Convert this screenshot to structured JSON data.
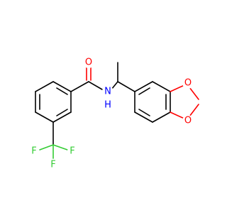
{
  "structure": {
    "atoms": [
      {
        "id": "O1",
        "symbol": "O",
        "color": "#ff0000"
      },
      {
        "id": "N1",
        "symbol": "N",
        "color": "#0000ff"
      },
      {
        "id": "H1",
        "symbol": "H",
        "color": "#0000ff"
      },
      {
        "id": "O2",
        "symbol": "O",
        "color": "#ff0000"
      },
      {
        "id": "O3",
        "symbol": "O",
        "color": "#ff0000"
      },
      {
        "id": "F1",
        "symbol": "F",
        "color": "#33cc33"
      },
      {
        "id": "F2",
        "symbol": "F",
        "color": "#33cc33"
      },
      {
        "id": "F3",
        "symbol": "F",
        "color": "#33cc33"
      }
    ],
    "colors": {
      "bond": "#000000",
      "oxygen": "#ff0000",
      "nitrogen": "#0000ff",
      "fluorine": "#33cc33",
      "background": "#ffffff"
    }
  }
}
